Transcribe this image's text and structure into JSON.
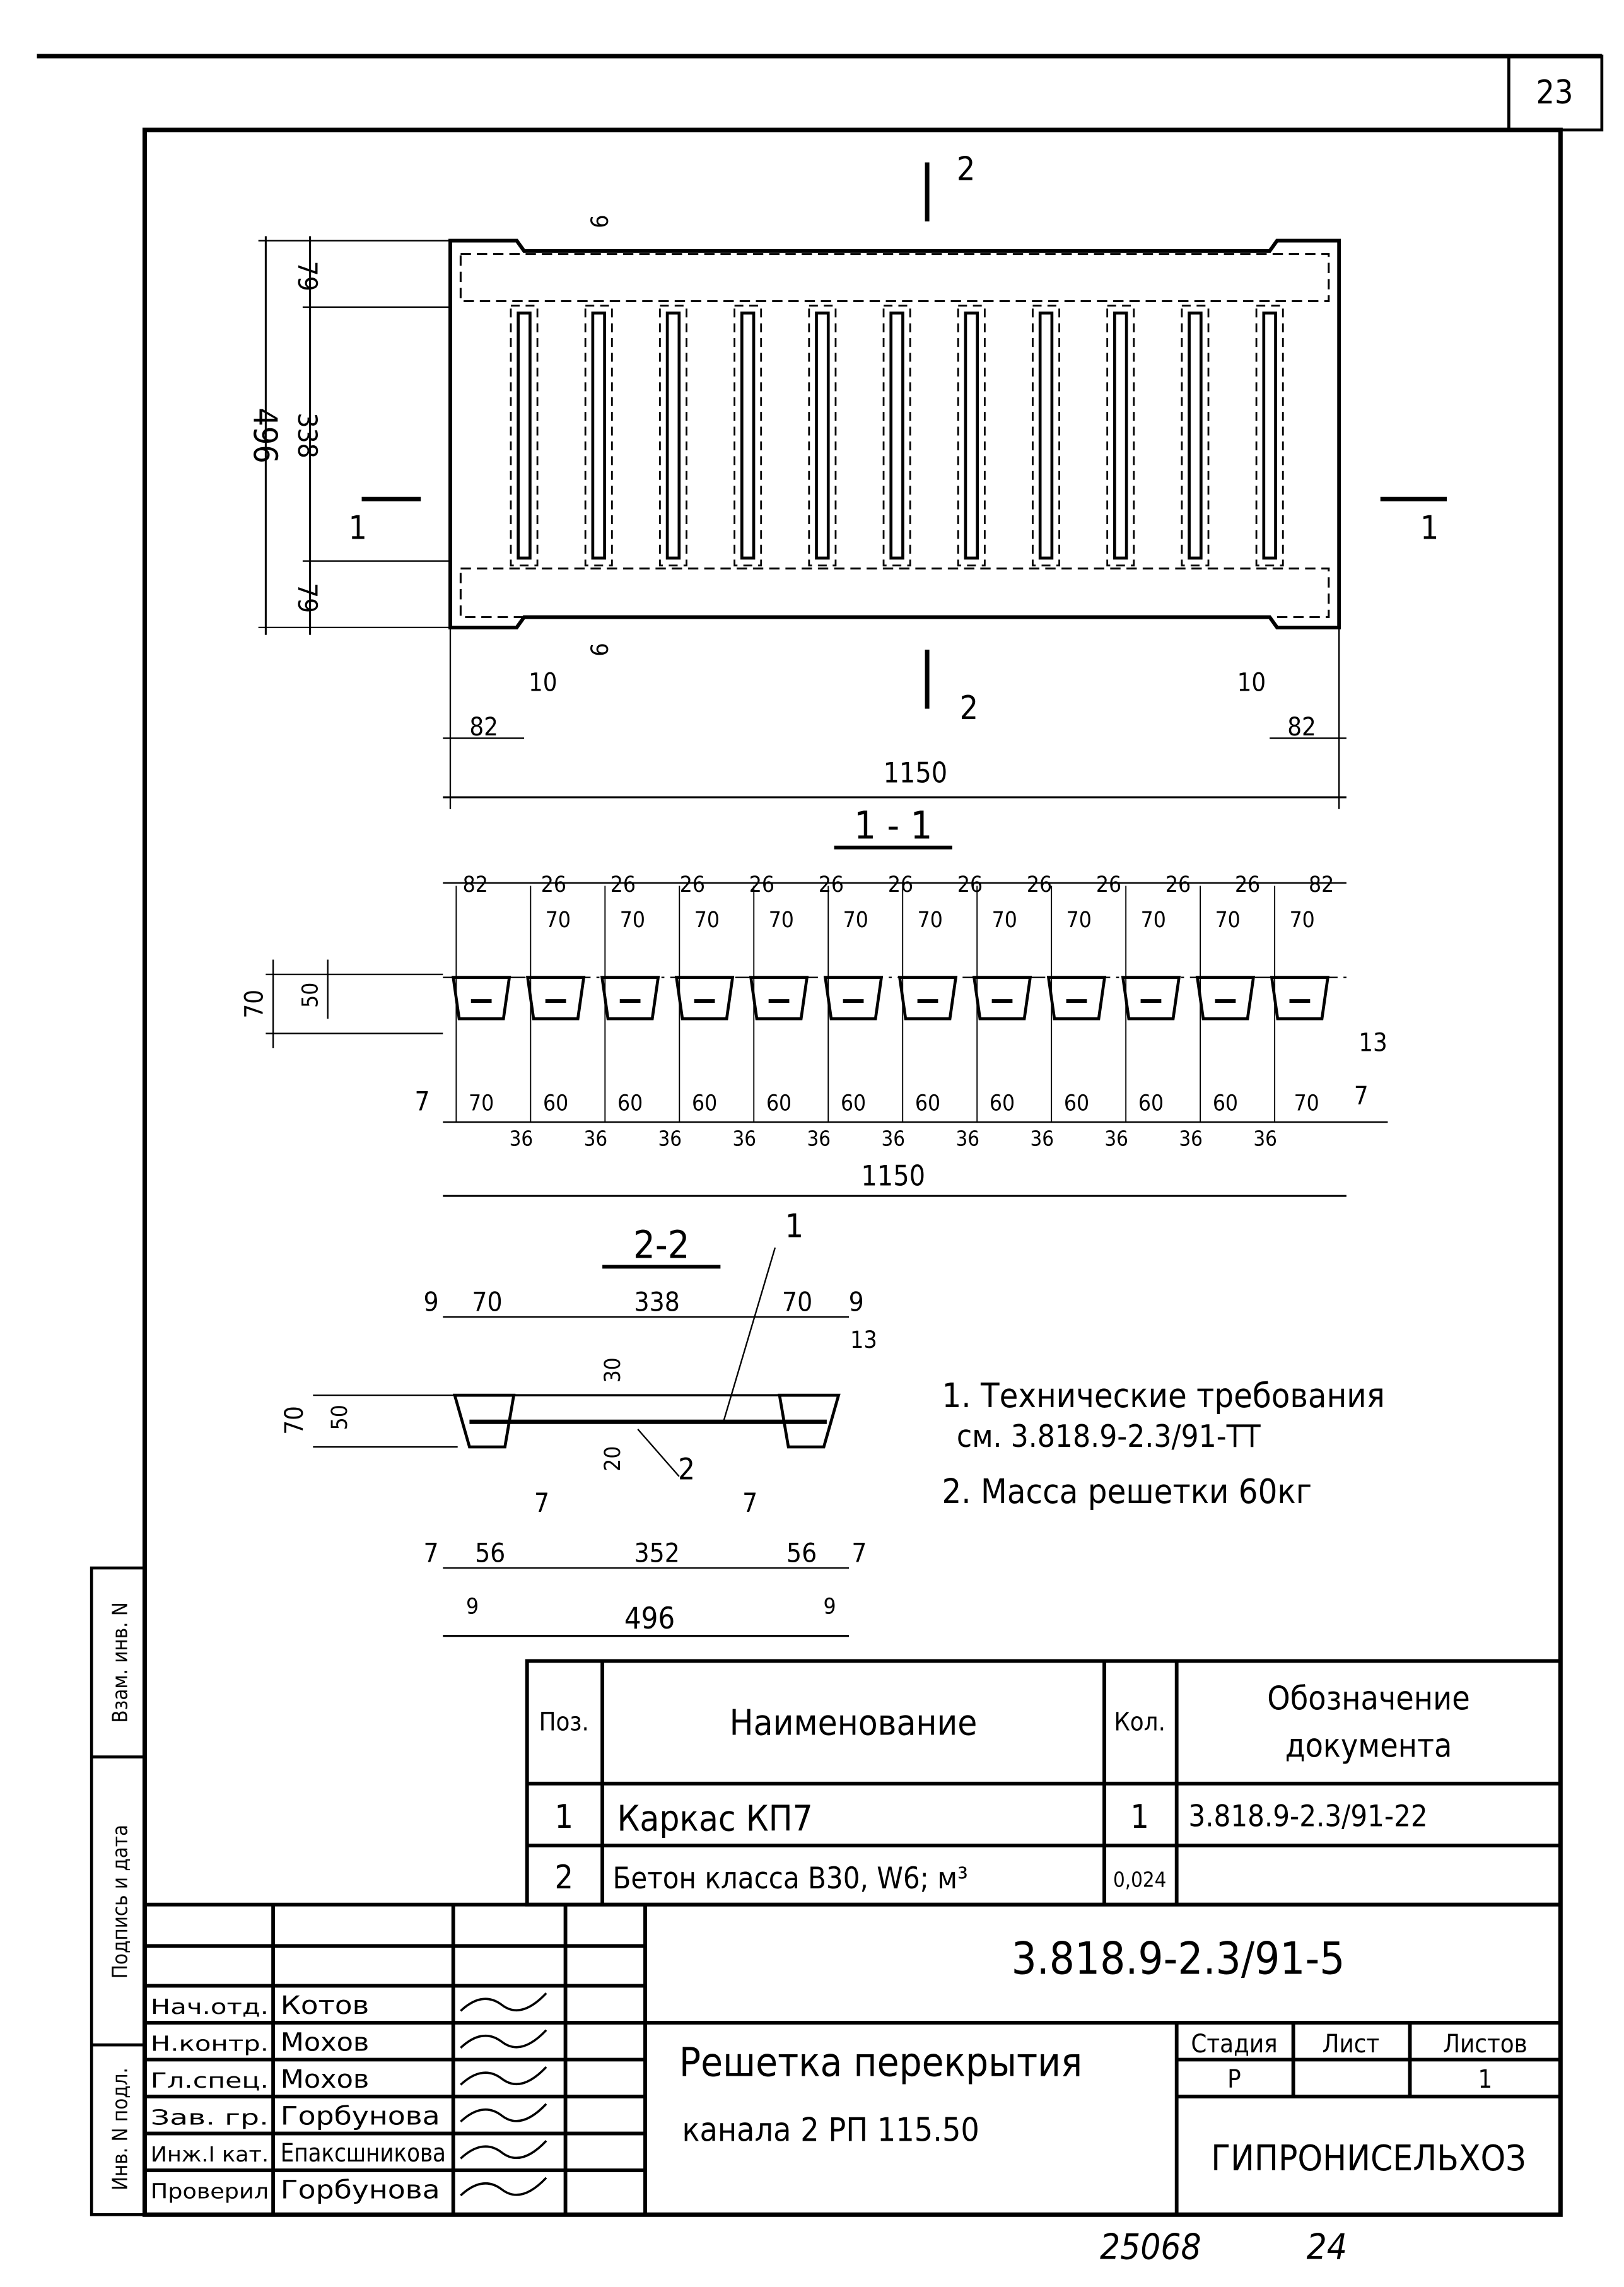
{
  "sheet_number": "23",
  "side_stamp": {
    "inv_podl": "Инв. N подл.",
    "podpis_data": "Подпись и дата",
    "vzam_inv": "Взам. инв. N"
  },
  "plan": {
    "section_marks": [
      "2",
      "2",
      "1",
      "1"
    ],
    "dims_vertical": [
      "496",
      "79",
      "338",
      "79"
    ],
    "dims_small": [
      "9",
      "9",
      "10",
      "82",
      "10",
      "82"
    ],
    "length": "1150"
  },
  "section_1_1": {
    "title": "1 - 1",
    "top_dims": [
      "82",
      "26",
      "26",
      "26",
      "26",
      "26",
      "26",
      "26",
      "26",
      "26",
      "26",
      "26",
      "82"
    ],
    "inner_top": [
      "70",
      "70",
      "70",
      "70",
      "70",
      "70",
      "70",
      "70",
      "70",
      "70",
      "70"
    ],
    "height_dims": [
      "70",
      "50",
      "13",
      "7",
      "7"
    ],
    "bottom_dims": [
      "70",
      "60",
      "60",
      "60",
      "60",
      "60",
      "60",
      "60",
      "60",
      "60",
      "60",
      "70"
    ],
    "bottom_small": [
      "36",
      "36",
      "36",
      "36",
      "36",
      "36",
      "36",
      "36",
      "36",
      "36",
      "36"
    ],
    "length": "1150"
  },
  "section_2_2": {
    "title": "2-2",
    "callouts": [
      "1",
      "2"
    ],
    "top_dims": [
      "9",
      "70",
      "338",
      "70",
      "9"
    ],
    "right_dim": "13",
    "height_dims": [
      "70",
      "50",
      "30",
      "20"
    ],
    "inner_dims": [
      "7",
      "7"
    ],
    "bottom_dims": [
      "7",
      "56",
      "352",
      "56",
      "7"
    ],
    "bottom_small": [
      "9",
      "9"
    ],
    "width": "496"
  },
  "notes": [
    "1. Технические требования",
    "см. 3.818.9-2.3/91-ТТ",
    "2. Масса решетки 60кг"
  ],
  "spec_table": {
    "headers": {
      "pos": "Поз.",
      "name": "Наименование",
      "qty": "Кол.",
      "doc1": "Обозначение",
      "doc2": "документа"
    },
    "rows": [
      {
        "pos": "1",
        "name": "Каркас КП7",
        "qty": "1",
        "doc": "3.818.9-2.3/91-22"
      },
      {
        "pos": "2",
        "name": "Бетон класса В30, W6; м³",
        "qty": "0,024",
        "doc": ""
      }
    ]
  },
  "title_block": {
    "doc_code": "3.818.9-2.3/91-5",
    "title_line1": "Решетка перекрытия",
    "title_line2": "канала 2 РП 115.50",
    "stage_header": "Стадия",
    "sheet_header": "Лист",
    "sheets_header": "Листов",
    "stage": "Р",
    "sheet": "",
    "sheets": "1",
    "organization": "ГИПРОНИСЕЛЬХОЗ",
    "signers": [
      {
        "role": "Нач.отд.",
        "name": "Котов"
      },
      {
        "role": "Н.контр.",
        "name": "Мохов"
      },
      {
        "role": "Гл.спец.",
        "name": "Мохов"
      },
      {
        "role": "Зав. гр.",
        "name": "Горбунова"
      },
      {
        "role": "Инж.I кат.",
        "name": "Епаксшникова"
      },
      {
        "role": "Проверил",
        "name": "Горбунова"
      }
    ]
  },
  "footer": {
    "archive_number": "25068",
    "page": "24"
  }
}
